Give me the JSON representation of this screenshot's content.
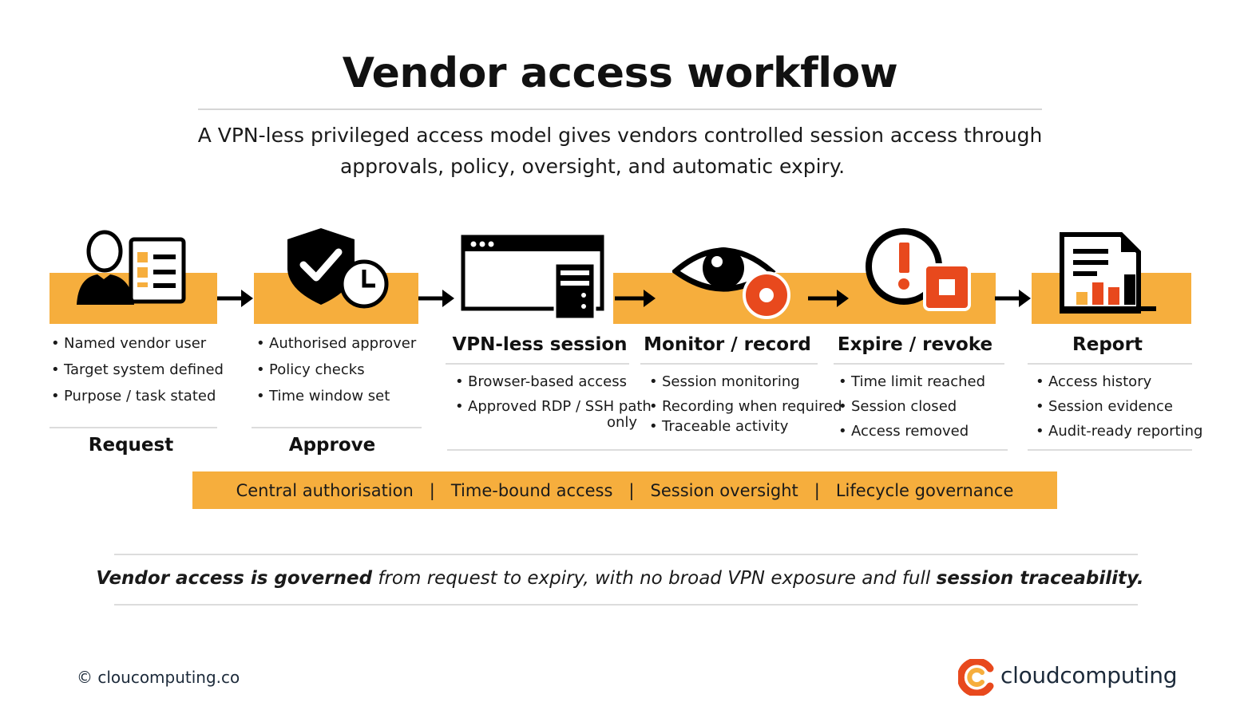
{
  "title": "Vendor access workflow",
  "subtitle_line1": "A VPN-less privileged access model gives vendors controlled session access through",
  "subtitle_line2": "approvals, policy, oversight, and automatic expiry.",
  "steps": [
    {
      "heading": "Request",
      "bullets": [
        "Named vendor user",
        "Target system defined",
        "Purpose / task stated"
      ],
      "icon": "vendor-user-icon"
    },
    {
      "heading": "Approve",
      "bullets": [
        "Authorised approver",
        "Policy checks",
        "Time window set"
      ],
      "icon": "shield-check-clock-icon"
    },
    {
      "heading": "VPN-less session",
      "bullets": [
        "Browser-based access",
        "Approved RDP / SSH path",
        "only"
      ],
      "icon": "browser-server-icon"
    },
    {
      "heading": "Monitor / record",
      "bullets": [
        "Session monitoring",
        "Recording when required",
        "Traceable activity"
      ],
      "icon": "eye-record-icon"
    },
    {
      "heading": "Expire / revoke",
      "bullets": [
        "Time limit reached",
        "Session closed",
        "Access removed"
      ],
      "icon": "alert-stop-icon"
    },
    {
      "heading": "Report",
      "bullets": [
        "Access history",
        "Session evidence",
        "Audit-ready reporting"
      ],
      "icon": "report-chart-icon"
    }
  ],
  "principles": [
    "Central authorisation",
    "Time-bound access",
    "Session oversight",
    "Lifecycle governance"
  ],
  "principles_separator": "|",
  "tagline": {
    "bold1": "Vendor access is governed",
    "mid": " from request to expiry, with no broad VPN exposure and full ",
    "bold2": "session traceability."
  },
  "footer": {
    "copyright": "© cloucomputing.co",
    "brand": "cloudcomputing"
  },
  "colors": {
    "accent": "#f6ae3d",
    "alert": "#e8491d",
    "text": "#111111",
    "footer_text": "#1c2a3a"
  }
}
